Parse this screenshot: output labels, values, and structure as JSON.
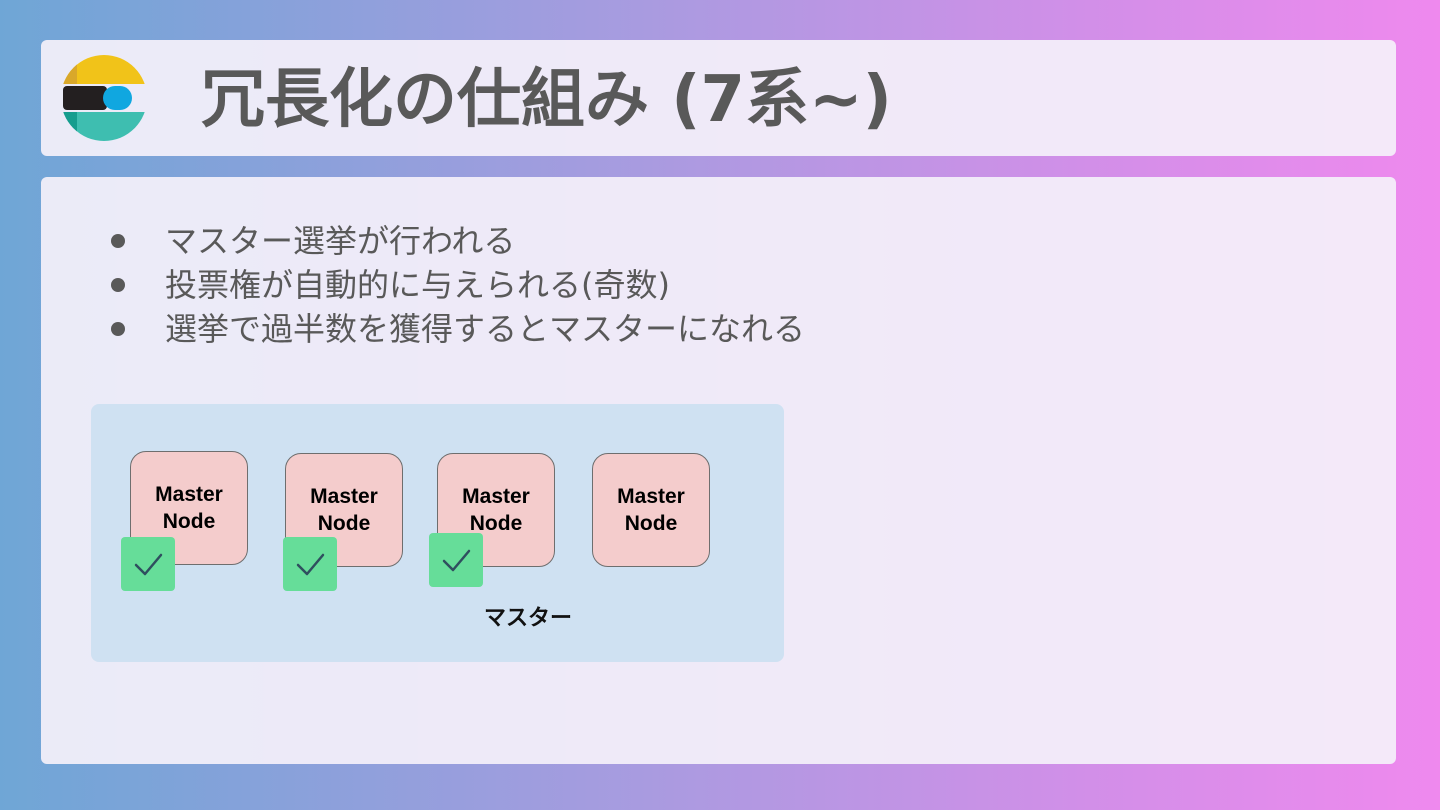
{
  "title": "冗長化の仕組み (7系~)",
  "bullets": [
    "マスター選挙が行われる",
    "投票権が自動的に与えられる(奇数)",
    "選挙で過半数を獲得するとマスターになれる"
  ],
  "diagram": {
    "nodes": [
      {
        "line1": "Master",
        "line2": "Node",
        "voted": true
      },
      {
        "line1": "Master",
        "line2": "Node",
        "voted": true
      },
      {
        "line1": "Master",
        "line2": "Node",
        "voted": true
      },
      {
        "line1": "Master",
        "line2": "Node",
        "voted": false
      }
    ],
    "master_label": "マスター"
  },
  "colors": {
    "node_fill": "#f4cccc",
    "check_fill": "#66dd99",
    "cluster_fill": "#cfe1f2",
    "text_gray": "#595959"
  },
  "icons": {
    "logo": "elasticsearch-logo",
    "vote": "checkmark-icon"
  }
}
